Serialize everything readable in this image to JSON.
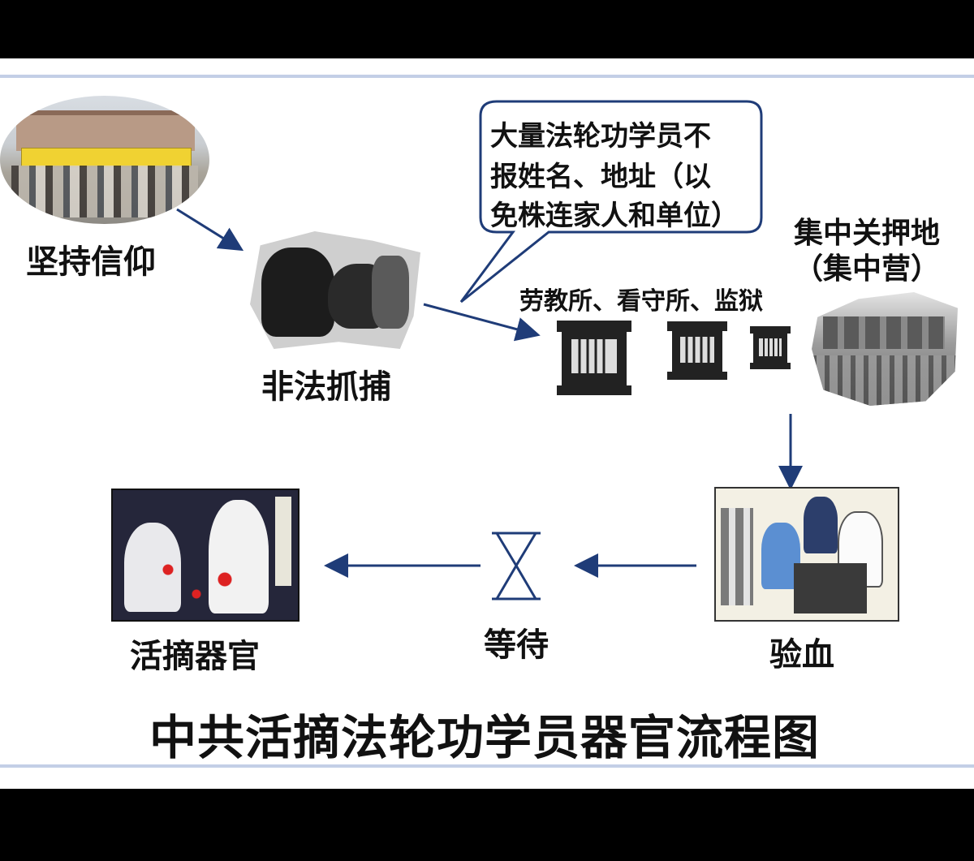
{
  "diagram": {
    "title": "中共活摘法轮功学员器官流程图",
    "steps": {
      "belief": "坚持信仰",
      "arrest": "非法抓捕",
      "prisons": "劳教所、看守所、监狱",
      "camp_line1": "集中关押地",
      "camp_line2": "（集中营）",
      "blood_test": "验血",
      "wait": "等待",
      "harvest": "活摘器官"
    },
    "callout": {
      "line1": "大量法轮功学员不",
      "line2": "报姓名、地址（以",
      "line3": "免株连家人和单位）"
    },
    "colors": {
      "arrow": "#1f3c78",
      "rule": "#c3cfe6",
      "callout_border": "#1f3c78"
    }
  }
}
